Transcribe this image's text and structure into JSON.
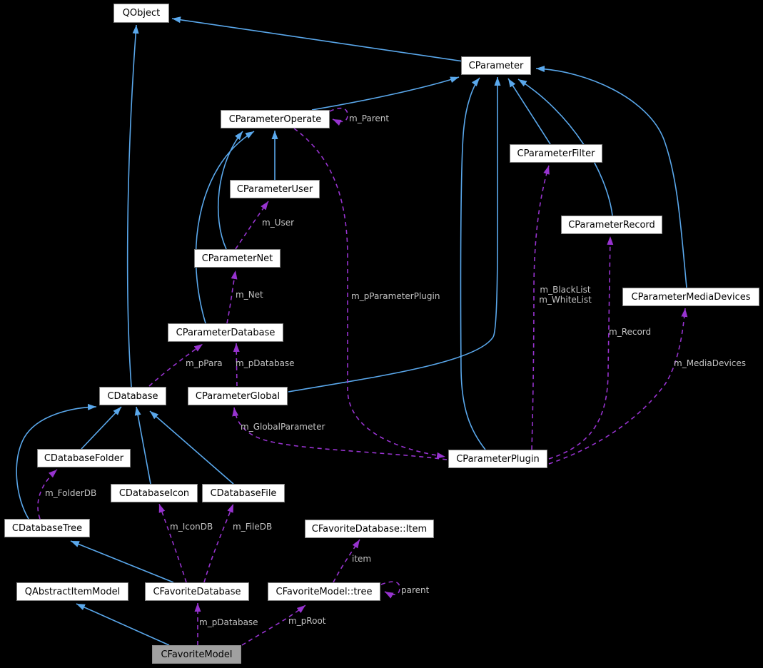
{
  "diagram": {
    "kind": "collaboration-graph",
    "background": "#000000",
    "colors": {
      "inheritance_edge": "#5aa8ec",
      "usage_edge": "#9733cf",
      "edge_label": "#c3c3c3",
      "node_fill": "#ffffff",
      "node_border": "#7f7f7f",
      "focus_node_fill": "#a0a0a0",
      "node_text": "#000000"
    },
    "nodes": [
      {
        "id": "QObject",
        "label": "QObject"
      },
      {
        "id": "CParameter",
        "label": "CParameter"
      },
      {
        "id": "CParameterOperate",
        "label": "CParameterOperate"
      },
      {
        "id": "CParameterFilter",
        "label": "CParameterFilter"
      },
      {
        "id": "CParameterUser",
        "label": "CParameterUser"
      },
      {
        "id": "CParameterRecord",
        "label": "CParameterRecord"
      },
      {
        "id": "CParameterNet",
        "label": "CParameterNet"
      },
      {
        "id": "CParameterMediaDevices",
        "label": "CParameterMediaDevices"
      },
      {
        "id": "CParameterDatabase",
        "label": "CParameterDatabase"
      },
      {
        "id": "CDatabase",
        "label": "CDatabase"
      },
      {
        "id": "CParameterGlobal",
        "label": "CParameterGlobal"
      },
      {
        "id": "CDatabaseFolder",
        "label": "CDatabaseFolder"
      },
      {
        "id": "CDatabaseIcon",
        "label": "CDatabaseIcon"
      },
      {
        "id": "CDatabaseFile",
        "label": "CDatabaseFile"
      },
      {
        "id": "CDatabaseTree",
        "label": "CDatabaseTree"
      },
      {
        "id": "CParameterPlugin",
        "label": "CParameterPlugin"
      },
      {
        "id": "CFavoriteDatabaseItem",
        "label": "CFavoriteDatabase::Item"
      },
      {
        "id": "QAbstractItemModel",
        "label": "QAbstractItemModel"
      },
      {
        "id": "CFavoriteDatabase",
        "label": "CFavoriteDatabase"
      },
      {
        "id": "CFavoriteModelTree",
        "label": "CFavoriteModel::tree"
      },
      {
        "id": "CFavoriteModel",
        "label": "CFavoriteModel",
        "focus": true
      }
    ],
    "edges": [
      {
        "from": "CParameter",
        "to": "QObject",
        "type": "inheritance",
        "label": ""
      },
      {
        "from": "CDatabase",
        "to": "QObject",
        "type": "inheritance",
        "label": ""
      },
      {
        "from": "CParameterOperate",
        "to": "CParameter",
        "type": "inheritance",
        "label": ""
      },
      {
        "from": "CParameterFilter",
        "to": "CParameter",
        "type": "inheritance",
        "label": ""
      },
      {
        "from": "CParameterRecord",
        "to": "CParameter",
        "type": "inheritance",
        "label": ""
      },
      {
        "from": "CParameterMediaDevices",
        "to": "CParameter",
        "type": "inheritance",
        "label": ""
      },
      {
        "from": "CParameterPlugin",
        "to": "CParameter",
        "type": "inheritance",
        "label": ""
      },
      {
        "from": "CParameterGlobal",
        "to": "CParameter",
        "type": "inheritance",
        "label": ""
      },
      {
        "from": "CParameterUser",
        "to": "CParameterOperate",
        "type": "inheritance",
        "label": ""
      },
      {
        "from": "CParameterNet",
        "to": "CParameterOperate",
        "type": "inheritance",
        "label": ""
      },
      {
        "from": "CParameterDatabase",
        "to": "CParameterOperate",
        "type": "inheritance",
        "label": ""
      },
      {
        "from": "CDatabaseFolder",
        "to": "CDatabase",
        "type": "inheritance",
        "label": ""
      },
      {
        "from": "CDatabaseIcon",
        "to": "CDatabase",
        "type": "inheritance",
        "label": ""
      },
      {
        "from": "CDatabaseFile",
        "to": "CDatabase",
        "type": "inheritance",
        "label": ""
      },
      {
        "from": "CDatabaseTree",
        "to": "CDatabase",
        "type": "inheritance",
        "label": ""
      },
      {
        "from": "CFavoriteDatabase",
        "to": "CDatabaseTree",
        "type": "inheritance",
        "label": ""
      },
      {
        "from": "CFavoriteModel",
        "to": "QAbstractItemModel",
        "type": "inheritance",
        "label": ""
      },
      {
        "from": "CParameterOperate",
        "to": "CParameterOperate",
        "type": "usage",
        "label": "m_Parent"
      },
      {
        "from": "CParameterNet",
        "to": "CParameterUser",
        "type": "usage",
        "label": "m_User"
      },
      {
        "from": "CParameterDatabase",
        "to": "CParameterNet",
        "type": "usage",
        "label": "m_Net"
      },
      {
        "from": "CParameterOperate",
        "to": "CParameterPlugin",
        "type": "usage",
        "label": "m_pParameterPlugin"
      },
      {
        "from": "CParameterPlugin",
        "to": "CParameterGlobal",
        "type": "usage",
        "label": "m_GlobalParameter"
      },
      {
        "from": "CParameterPlugin",
        "to": "CParameterFilter",
        "type": "usage",
        "label": "m_BlackList\nm_WhiteList"
      },
      {
        "from": "CParameterPlugin",
        "to": "CParameterRecord",
        "type": "usage",
        "label": "m_Record"
      },
      {
        "from": "CParameterPlugin",
        "to": "CParameterMediaDevices",
        "type": "usage",
        "label": "m_MediaDevices"
      },
      {
        "from": "CDatabase",
        "to": "CParameterDatabase",
        "type": "usage",
        "label": "m_pPara"
      },
      {
        "from": "CParameterGlobal",
        "to": "CParameterDatabase",
        "type": "usage",
        "label": "m_pDatabase"
      },
      {
        "from": "CDatabaseTree",
        "to": "CDatabaseFolder",
        "type": "usage",
        "label": "m_FolderDB"
      },
      {
        "from": "CFavoriteDatabase",
        "to": "CDatabaseIcon",
        "type": "usage",
        "label": "m_IconDB"
      },
      {
        "from": "CFavoriteDatabase",
        "to": "CDatabaseFile",
        "type": "usage",
        "label": "m_FileDB"
      },
      {
        "from": "CFavoriteModelTree",
        "to": "CFavoriteDatabaseItem",
        "type": "usage",
        "label": "item"
      },
      {
        "from": "CFavoriteModelTree",
        "to": "CFavoriteModelTree",
        "type": "usage",
        "label": "parent"
      },
      {
        "from": "CFavoriteModel",
        "to": "CFavoriteDatabase",
        "type": "usage",
        "label": "m_pDatabase"
      },
      {
        "from": "CFavoriteModel",
        "to": "CFavoriteModelTree",
        "type": "usage",
        "label": "m_pRoot"
      }
    ]
  }
}
